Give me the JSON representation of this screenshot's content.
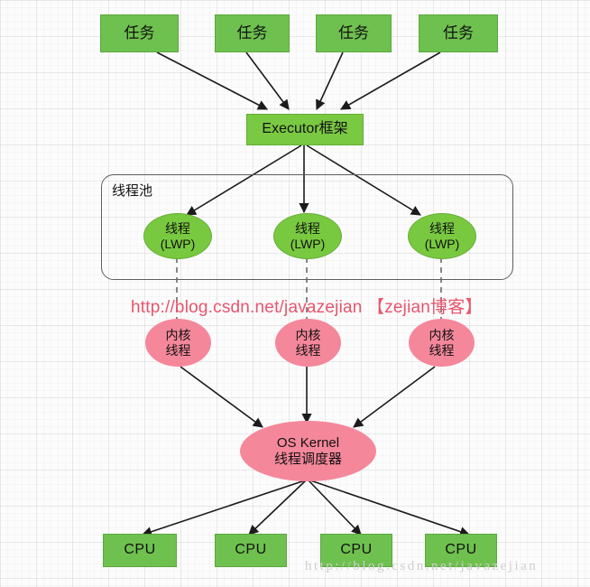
{
  "diagram": {
    "title": "Java Executor / Thread Pool to OS Kernel scheduling diagram",
    "colors": {
      "green_fill": "#6ec14e",
      "green_ellipse": "#79c940",
      "executor_fill": "#7ac943",
      "pink_fill": "#f5879b",
      "edge_stroke": "#1b1b1b",
      "dashed_stroke": "#7a7a7a",
      "pool_border": "#5f5f5f",
      "watermark_red": "#e8556d",
      "watermark_gray": "#cfcfcf",
      "background": "#fcfcfc"
    },
    "tasks": [
      {
        "label": "任务"
      },
      {
        "label": "任务"
      },
      {
        "label": "任务"
      },
      {
        "label": "任务"
      }
    ],
    "executor": {
      "label": "Executor框架"
    },
    "pool": {
      "label": "线程池",
      "threads": [
        {
          "line1": "线程",
          "line2": "(LWP)"
        },
        {
          "line1": "线程",
          "line2": "(LWP)"
        },
        {
          "line1": "线程",
          "line2": "(LWP)"
        }
      ]
    },
    "kernel_threads": [
      {
        "line1": "内核",
        "line2": "线程"
      },
      {
        "line1": "内核",
        "line2": "线程"
      },
      {
        "line1": "内核",
        "line2": "线程"
      }
    ],
    "os_kernel": {
      "line1": "OS Kernel",
      "line2": "线程调度器"
    },
    "cpus": [
      {
        "label": "CPU"
      },
      {
        "label": "CPU"
      },
      {
        "label": "CPU"
      },
      {
        "label": "CPU"
      }
    ],
    "watermarks": {
      "primary": "http://blog.csdn.net/javazejian 【zejian博客】",
      "secondary": "http://blog.csdn.net/javazejian"
    }
  }
}
